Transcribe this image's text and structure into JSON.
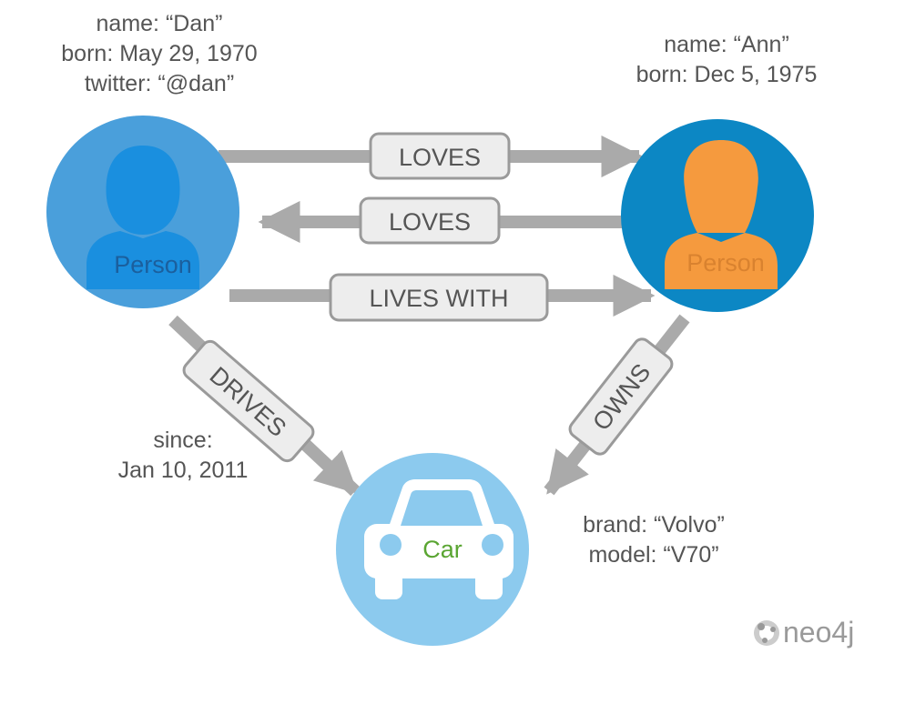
{
  "nodes": {
    "dan": {
      "label": "Person",
      "properties": [
        "name: “Dan”",
        "born: May 29, 1970",
        "twitter: “@dan”"
      ]
    },
    "ann": {
      "label": "Person",
      "properties": [
        "name: “Ann”",
        "born:  Dec 5, 1975"
      ]
    },
    "car": {
      "label": "Car",
      "properties": [
        "brand: “Volvo”",
        "model: “V70”"
      ]
    }
  },
  "relationships": {
    "loves_dan_ann": "LOVES",
    "loves_ann_dan": "LOVES",
    "lives_with": "LIVES WITH",
    "drives": "DRIVES",
    "owns": "OWNS"
  },
  "drives_properties": [
    "since:",
    "Jan 10, 2011"
  ],
  "logo": {
    "text": "neo4j"
  },
  "colors": {
    "dan_node": "#4a9fdb",
    "dan_icon": "#1a8fdf",
    "ann_node": "#0c87c4",
    "ann_icon": "#f59a3e",
    "car_node": "#8ccaee",
    "car_label": "#5aa532",
    "edge": "#aaaaaa",
    "label_box_fill": "#ededed",
    "label_box_stroke": "#9a9a9a",
    "text": "#555555"
  }
}
